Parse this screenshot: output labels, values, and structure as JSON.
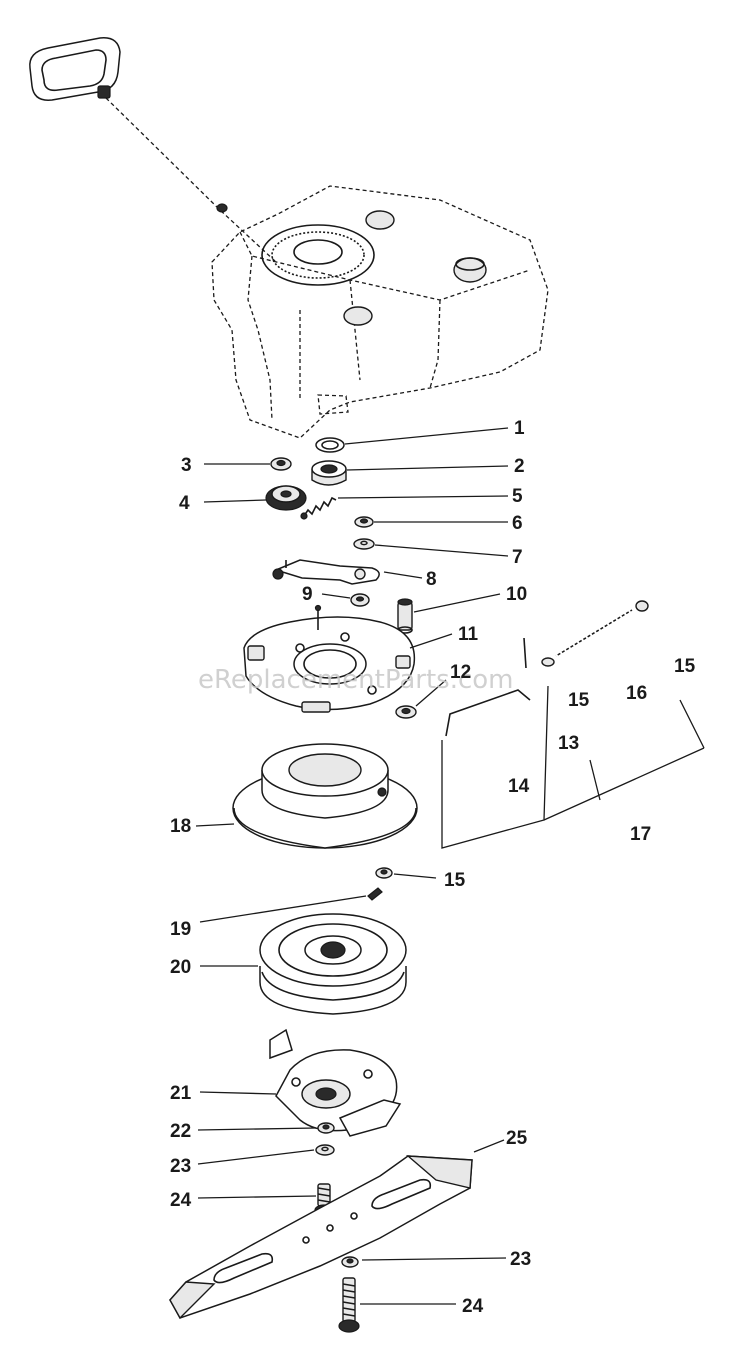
{
  "watermark": "eReplacementParts.com",
  "callouts": {
    "c1": "1",
    "c2": "2",
    "c3": "3",
    "c4": "4",
    "c5": "5",
    "c6": "6",
    "c7": "7",
    "c8": "8",
    "c9": "9",
    "c10": "10",
    "c11": "11",
    "c12": "12",
    "c13": "13",
    "c14": "14",
    "c15a": "15",
    "c15b": "15",
    "c15c": "15",
    "c16": "16",
    "c17": "17",
    "c18": "18",
    "c19": "19",
    "c20": "20",
    "c21": "21",
    "c22": "22",
    "c23a": "23",
    "c23b": "23",
    "c24a": "24",
    "c24b": "24",
    "c25": "25"
  }
}
